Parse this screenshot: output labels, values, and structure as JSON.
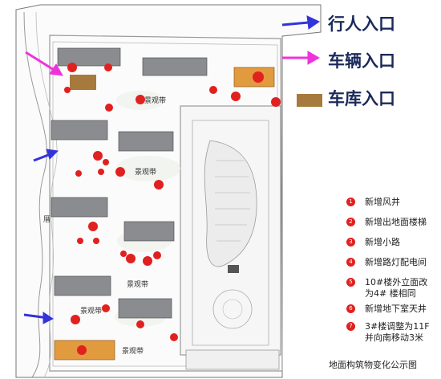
{
  "colors": {
    "pedestrian_arrow": "#3333dd",
    "vehicle_arrow": "#ee33dd",
    "garage_marker": "#a67a3d",
    "marker_red": "#e12020",
    "building_gray": "#8a8c90",
    "building_orange": "#e29a3e"
  },
  "entrances": {
    "pedestrian": "行人入口",
    "vehicle": "车辆入口",
    "garage": "车库入口"
  },
  "legend": [
    {
      "num": "1",
      "label": "新增风井"
    },
    {
      "num": "2",
      "label": "新增出地面楼梯"
    },
    {
      "num": "3",
      "label": "新增小路"
    },
    {
      "num": "4",
      "label": "新增路灯配电间"
    },
    {
      "num": "5",
      "label": "10#楼外立面改",
      "label2": "为4# 楼相同"
    },
    {
      "num": "6",
      "label": "新增地下室天井"
    },
    {
      "num": "7",
      "label": "3#楼调整为11F",
      "label2": "并向南移动3米"
    }
  ],
  "map_labels": {
    "landscape": "景观带",
    "site_side": "厝"
  },
  "caption": "地面构筑物变化公示图"
}
